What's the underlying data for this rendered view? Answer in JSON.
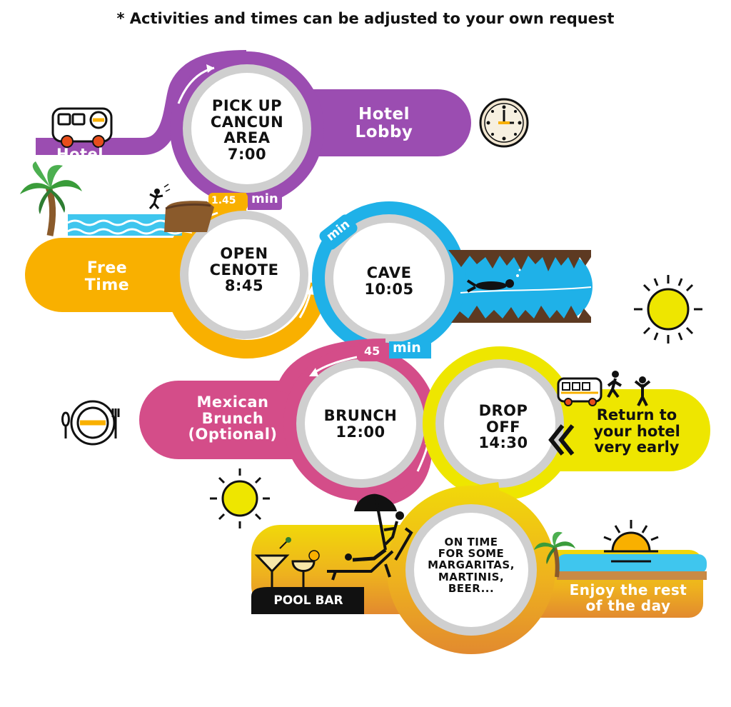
{
  "note": "* Activities and times can be adjusted to your own request",
  "colors": {
    "purple": "#9b4db1",
    "orange": "#f9b000",
    "blue": "#1fb1e8",
    "pink": "#d44d89",
    "yellow": "#eee600",
    "gold": "#e9a826"
  },
  "stops": {
    "pickup": {
      "l1": "PICK UP",
      "l2": "CANCUN",
      "l3": "AREA",
      "l4": "7:00"
    },
    "cenote": {
      "l1": "OPEN",
      "l2": "CENOTE",
      "l3": "8:45"
    },
    "cave": {
      "l1": "CAVE",
      "l2": "10:05"
    },
    "brunch": {
      "l1": "BRUNCH",
      "l2": "12:00"
    },
    "dropoff": {
      "l1": "DROP",
      "l2": "OFF",
      "l3": "14:30"
    },
    "ontime": {
      "l1": "ON TIME",
      "l2": "FOR SOME",
      "l3": "MARGARITAS,",
      "l4": "MARTINIS,",
      "l5": "BEER..."
    }
  },
  "bands": {
    "hotel": "Hotel",
    "hotel_lobby": {
      "l1": "Hotel",
      "l2": "Lobby"
    },
    "free_time": {
      "l1": "Free",
      "l2": "Time"
    },
    "mexican_brunch": {
      "l1": "Mexican",
      "l2": "Brunch",
      "l3": "(Optional)"
    },
    "return": {
      "l1": "Return to",
      "l2": "your hotel",
      "l3": "very early"
    },
    "pool_bar": "POOL BAR",
    "enjoy": {
      "l1": "Enjoy the rest",
      "l2": "of the day"
    }
  },
  "durations": {
    "d1_value": "1.45",
    "d1_unit": "min",
    "d2_unit": "min",
    "d3_value": "45",
    "d3_unit": "min"
  },
  "icons": [
    "bus-icon",
    "clock-icon",
    "palm-tree-icon",
    "diver-icon",
    "jumper-icon",
    "sun-icon",
    "plate-icon",
    "walking-people-icon",
    "chevron-left-icon",
    "umbrella-lounger-icon",
    "cocktail-icon",
    "sunset-icon"
  ]
}
